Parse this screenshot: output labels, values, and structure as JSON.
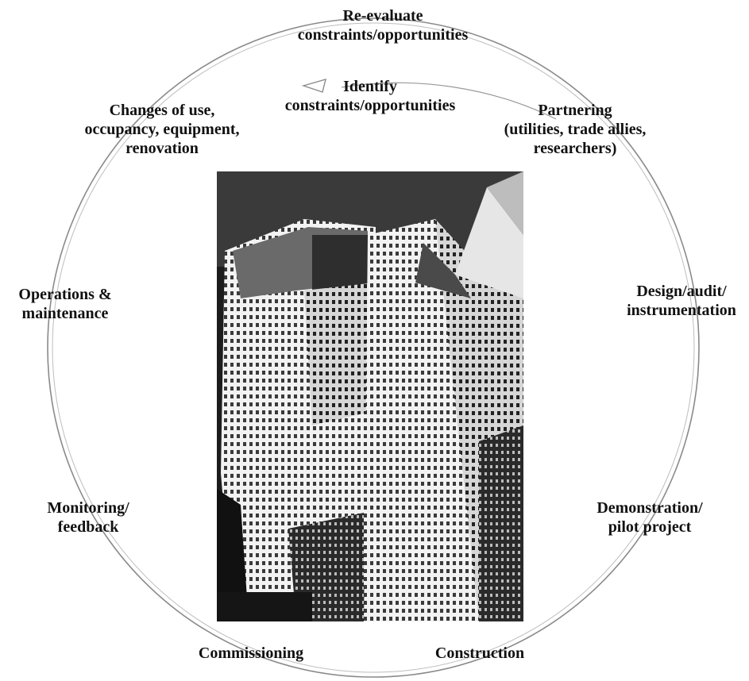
{
  "diagram": {
    "type": "cycle",
    "steps": [
      {
        "id": "reevaluate",
        "lines": [
          "Re-evaluate",
          "constraints/opportunities"
        ]
      },
      {
        "id": "identify",
        "lines": [
          "Identify",
          "constraints/opportunities"
        ]
      },
      {
        "id": "partnering",
        "lines": [
          "Partnering",
          "(utilities, trade allies,",
          "researchers)"
        ]
      },
      {
        "id": "design",
        "lines": [
          "Design/audit/",
          "instrumentation"
        ]
      },
      {
        "id": "demonstration",
        "lines": [
          "Demonstration/",
          "pilot project"
        ]
      },
      {
        "id": "construction",
        "lines": [
          "Construction"
        ]
      },
      {
        "id": "commissioning",
        "lines": [
          "Commissioning"
        ]
      },
      {
        "id": "monitoring",
        "lines": [
          "Monitoring/",
          "feedback"
        ]
      },
      {
        "id": "operations",
        "lines": [
          "Operations &",
          "maintenance"
        ]
      },
      {
        "id": "changes",
        "lines": [
          "Changes of use,",
          "occupancy, equipment,",
          "renovation"
        ]
      }
    ],
    "center_image": "office-towers-photo",
    "colors": {
      "ring": "#7a7a7a",
      "text": "#111111",
      "photo_dark": "#1a1a1a",
      "photo_light": "#e8e8e8"
    }
  }
}
